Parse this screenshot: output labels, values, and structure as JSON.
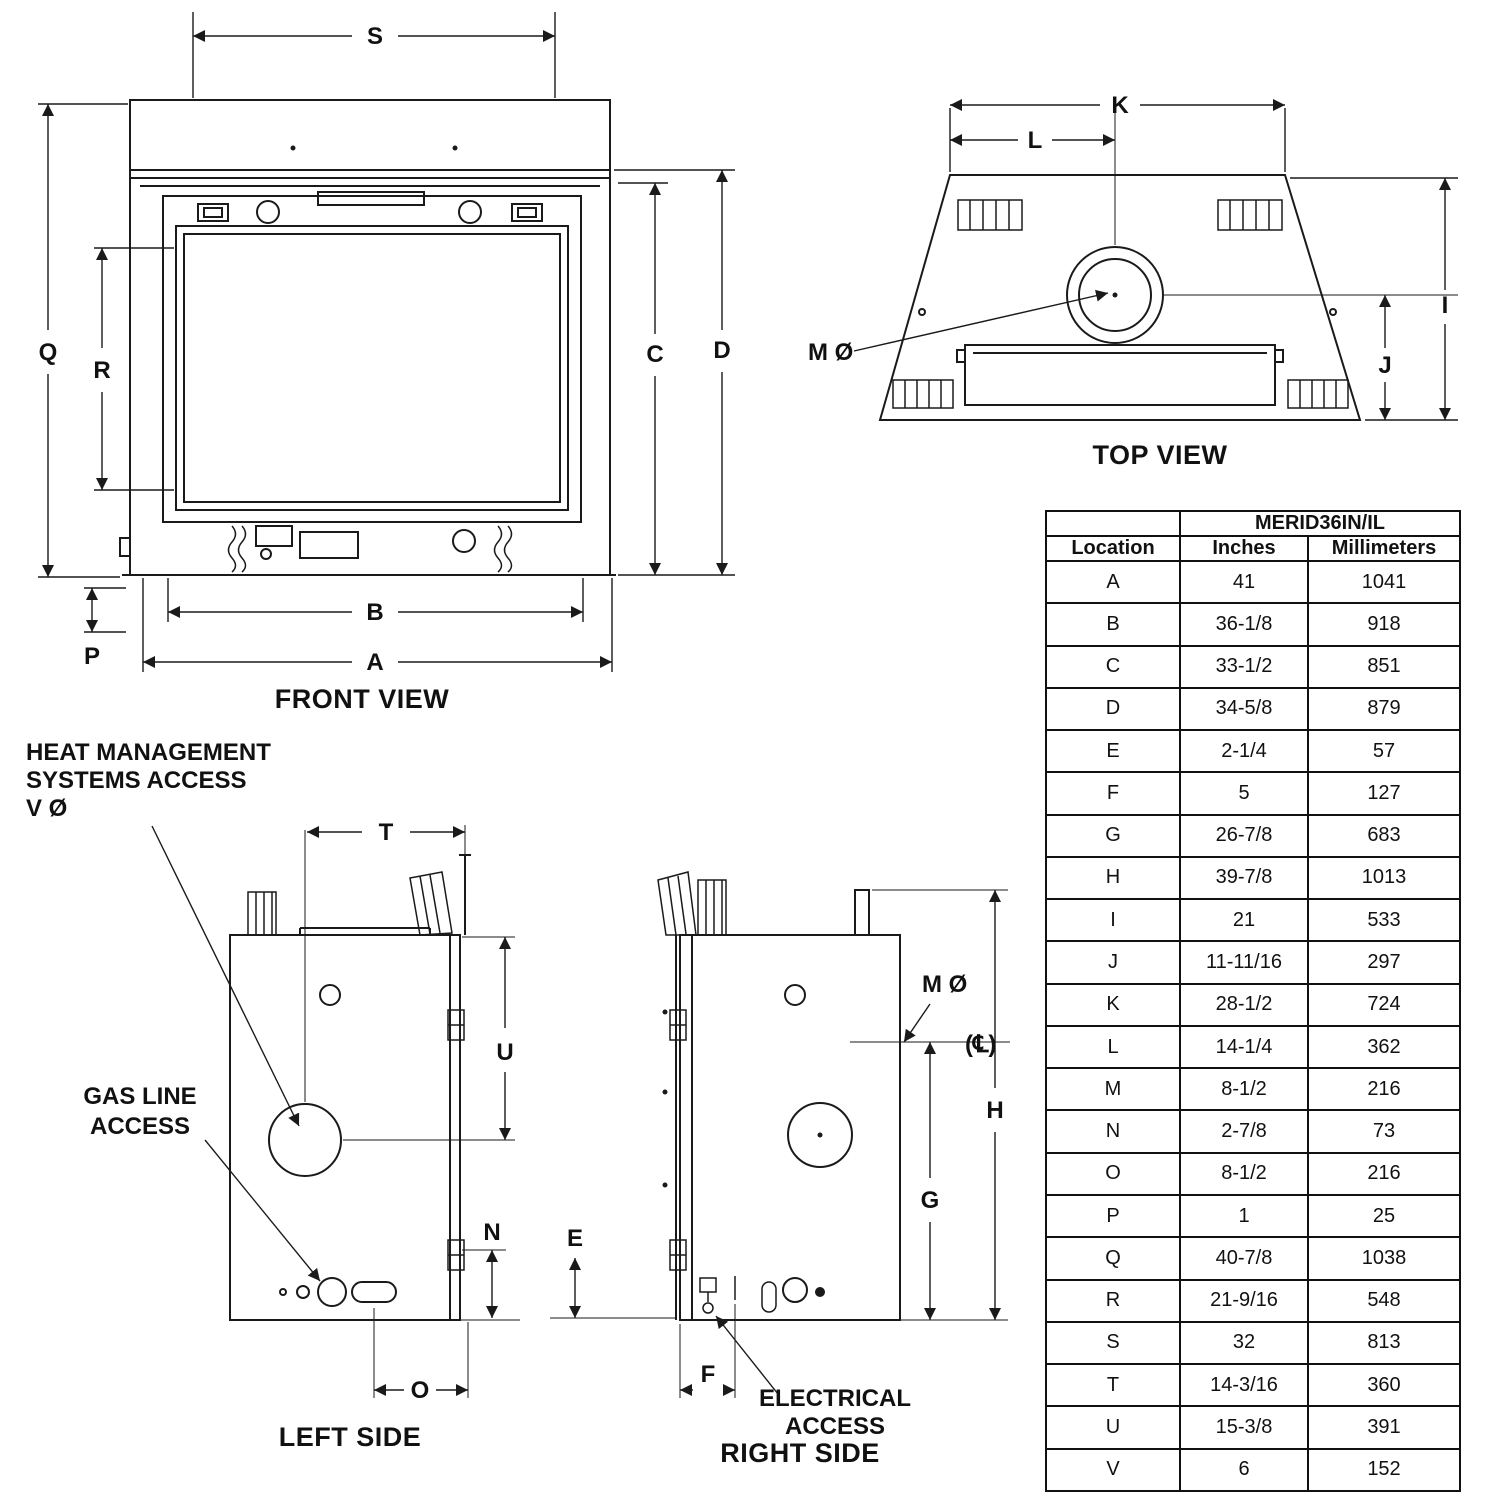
{
  "views": {
    "front": "FRONT VIEW",
    "top": "TOP VIEW",
    "left": "LEFT SIDE",
    "right": "RIGHT SIDE"
  },
  "dims": {
    "S": "S",
    "Q": "Q",
    "R": "R",
    "C": "C",
    "D": "D",
    "B": "B",
    "A": "A",
    "P": "P",
    "K": "K",
    "L": "L",
    "I": "I",
    "J": "J",
    "T": "T",
    "U": "U",
    "N": "N",
    "O": "O",
    "E": "E",
    "F": "F",
    "G": "G",
    "H": "H",
    "M_dia": "M Ø",
    "V_dia": "V Ø",
    "centerline": "(℄)"
  },
  "annotations": {
    "heat_line1": "HEAT MANAGEMENT",
    "heat_line2": "SYSTEMS ACCESS",
    "gas_line1": "GAS LINE",
    "gas_line2": "ACCESS",
    "electrical_line1": "ELECTRICAL",
    "electrical_line2": "ACCESS"
  },
  "table": {
    "model": "MERID36IN/IL",
    "col_location": "Location",
    "col_inches": "Inches",
    "col_mm": "Millimeters",
    "rows": [
      {
        "loc": "A",
        "in": "41",
        "mm": "1041"
      },
      {
        "loc": "B",
        "in": "36-1/8",
        "mm": "918"
      },
      {
        "loc": "C",
        "in": "33-1/2",
        "mm": "851"
      },
      {
        "loc": "D",
        "in": "34-5/8",
        "mm": "879"
      },
      {
        "loc": "E",
        "in": "2-1/4",
        "mm": "57"
      },
      {
        "loc": "F",
        "in": "5",
        "mm": "127"
      },
      {
        "loc": "G",
        "in": "26-7/8",
        "mm": "683"
      },
      {
        "loc": "H",
        "in": "39-7/8",
        "mm": "1013"
      },
      {
        "loc": "I",
        "in": "21",
        "mm": "533"
      },
      {
        "loc": "J",
        "in": "11-11/16",
        "mm": "297"
      },
      {
        "loc": "K",
        "in": "28-1/2",
        "mm": "724"
      },
      {
        "loc": "L",
        "in": "14-1/4",
        "mm": "362"
      },
      {
        "loc": "M",
        "in": "8-1/2",
        "mm": "216"
      },
      {
        "loc": "N",
        "in": "2-7/8",
        "mm": "73"
      },
      {
        "loc": "O",
        "in": "8-1/2",
        "mm": "216"
      },
      {
        "loc": "P",
        "in": "1",
        "mm": "25"
      },
      {
        "loc": "Q",
        "in": "40-7/8",
        "mm": "1038"
      },
      {
        "loc": "R",
        "in": "21-9/16",
        "mm": "548"
      },
      {
        "loc": "S",
        "in": "32",
        "mm": "813"
      },
      {
        "loc": "T",
        "in": "14-3/16",
        "mm": "360"
      },
      {
        "loc": "U",
        "in": "15-3/8",
        "mm": "391"
      },
      {
        "loc": "V",
        "in": "6",
        "mm": "152"
      }
    ]
  }
}
